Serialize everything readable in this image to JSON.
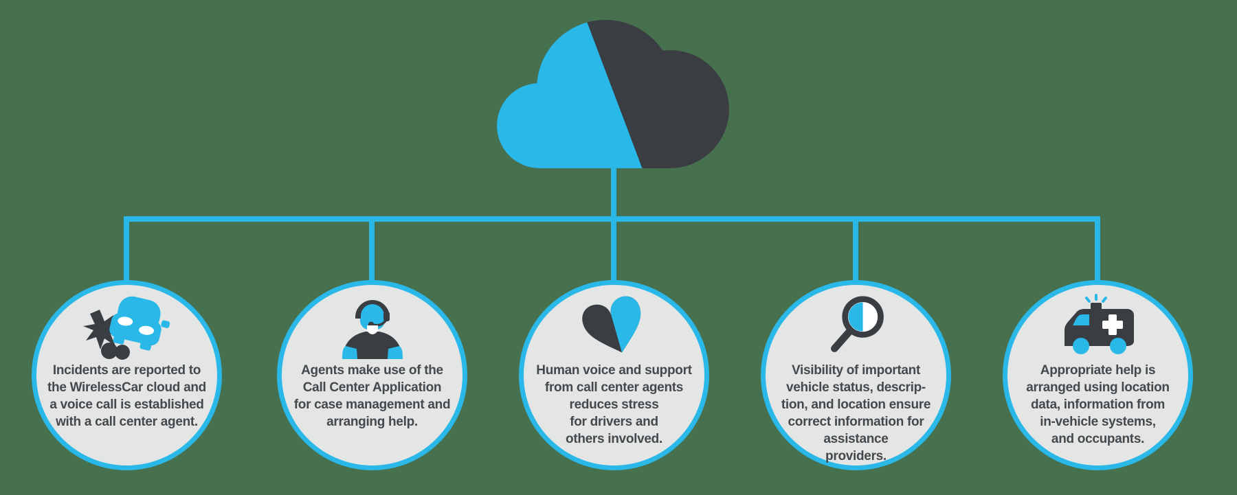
{
  "theme": {
    "bg": "#47704F",
    "accent": "#29B8E8",
    "dark": "#3A3D42",
    "circle_fill": "#E4E5E5",
    "text": "#45484D"
  },
  "cloud": {
    "icon": "wirelesscar-cloud-icon"
  },
  "nodes": [
    {
      "icon": "car-crash-icon",
      "text": "Incidents are reported to\nthe WirelessCar cloud and\na voice call is established\nwith a call center agent."
    },
    {
      "icon": "call-center-agent-icon",
      "text": "Agents make use of the\nCall Center Application\nfor case management and\narranging help."
    },
    {
      "icon": "half-heart-icon",
      "text": "Human voice and support\nfrom call center agents\nreduces stress\nfor drivers and\nothers involved."
    },
    {
      "icon": "magnifier-icon",
      "text": "Visibility of important\nvehicle status, descrip-\ntion, and location ensure\ncorrect information for\nassistance\nproviders."
    },
    {
      "icon": "ambulance-icon",
      "text": "Appropriate help is\narranged using location\ndata, information from\nin-vehicle systems,\nand occupants."
    }
  ]
}
